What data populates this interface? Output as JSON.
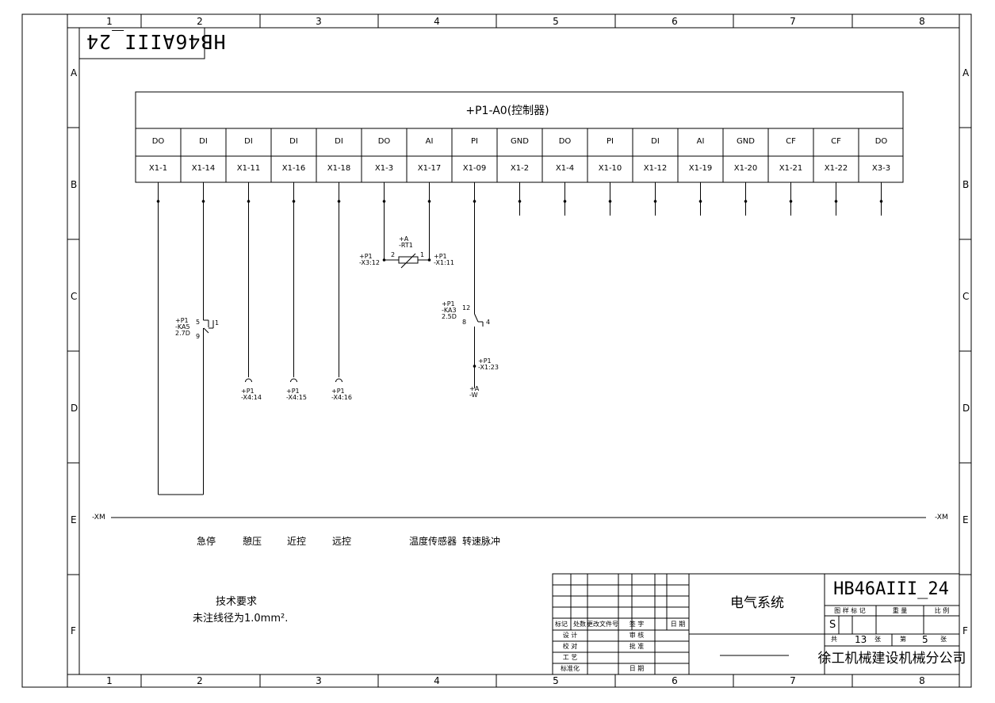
{
  "drawing_number_rotated": "HB46AIII_24",
  "column_numbers": [
    "1",
    "2",
    "3",
    "4",
    "5",
    "6",
    "7",
    "8"
  ],
  "row_letters": [
    "A",
    "B",
    "C",
    "D",
    "E",
    "F"
  ],
  "controller": {
    "title": "+P1-A0(控制器)",
    "signal_types": [
      "DO",
      "DI",
      "DI",
      "DI",
      "DI",
      "DO",
      "AI",
      "PI",
      "GND",
      "DO",
      "PI",
      "DI",
      "AI",
      "GND",
      "CF",
      "CF",
      "DO"
    ],
    "terminals": [
      "X1-1",
      "X1-14",
      "X1-11",
      "X1-16",
      "X1-18",
      "X1-3",
      "X1-17",
      "X1-09",
      "X1-2",
      "X1-4",
      "X1-10",
      "X1-12",
      "X1-19",
      "X1-20",
      "X1-21",
      "X1-22",
      "X3-3"
    ]
  },
  "components": {
    "ka5": {
      "ref": "+P1\n-KA5\n2.7D",
      "pin_a": "5",
      "pin_b": "9",
      "pin_c": "1"
    },
    "x4_14": "+P1\n-X4:14",
    "x4_15": "+P1\n-X4:15",
    "x4_16": "+P1\n-X4:16",
    "rt1": {
      "ref": "+A\n-RT1",
      "pin_left": "2",
      "pin_right": "1",
      "left_conn": "+P1\n-X3:12",
      "right_conn": "+P1\n-X1:11"
    },
    "ka3": {
      "ref": "+P1\n-KA3\n2.5D",
      "pin_a": "12",
      "pin_b": "8",
      "pin_c": "4"
    },
    "x1_23": "+P1\n-X1:23",
    "w": "+A\n-W"
  },
  "bus": {
    "left": "-XM",
    "right": "-XM"
  },
  "functions": [
    "急停",
    "憩压",
    "近控",
    "远控",
    "温度传感器",
    "转速脉冲"
  ],
  "notes": {
    "title": "技术要求",
    "line": "未注线径为1.0mm²."
  },
  "title_block": {
    "drawing_no": "HB46AIII_24",
    "name": "电气系统",
    "company": "徐工机械建设机械分公司",
    "h_stage": "图 样 标 记",
    "h_weight": "重 量",
    "h_scale": "比 例",
    "stage_mark": "S",
    "total_label": "共",
    "total_sheets": "13",
    "sheet_unit": "张",
    "sheet_label": "第",
    "sheet_no": "5",
    "rev_headers": [
      "标记",
      "处数",
      "更改文件号",
      "签 字",
      "日 期"
    ],
    "sign_labels": [
      "设 计",
      "校 对",
      "工 艺",
      "标准化"
    ],
    "approve_labels": [
      "审 核",
      "批 准",
      "日 期"
    ]
  }
}
